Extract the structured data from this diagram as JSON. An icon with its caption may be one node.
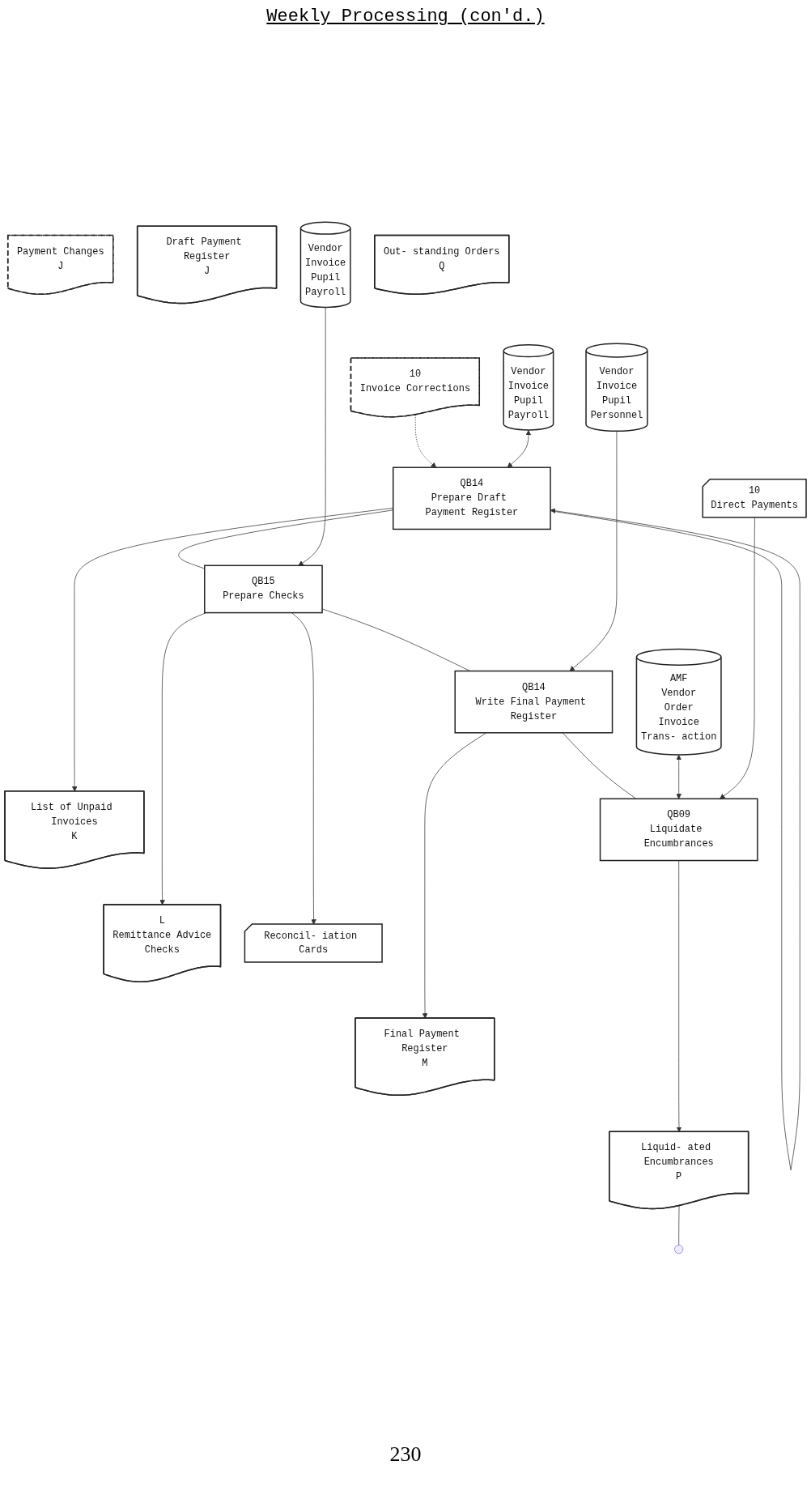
{
  "diagram": {
    "title": "Weekly Processing (con'd.)",
    "nodes": [
      {
        "text": [
          "10",
          "Invoice Corrections"
        ]
      },
      {
        "text": [
          "QB14",
          "Prepare Draft Payment Register"
        ]
      },
      {
        "text": [
          "Payment Changes",
          "J"
        ]
      },
      {
        "text": [
          "List of Unpaid Invoices",
          "K"
        ]
      },
      {
        "text": [
          "Draft Payment Register",
          "J"
        ]
      },
      {
        "text": [
          "Vendor",
          "Invoice",
          "Pupil",
          "Payroll"
        ]
      },
      {
        "text": [
          "QB15",
          "Prepare Checks"
        ]
      },
      {
        "text": [
          "Vendor",
          "Invoice",
          "Pupil",
          "Payroll"
        ]
      },
      {
        "text": [
          "L",
          "Remittance Advice",
          "Checks"
        ]
      },
      {
        "text": [
          "Reconcil- iation Cards"
        ]
      },
      {
        "text": [
          "QB14",
          "Write Final Payment Register"
        ]
      },
      {
        "text": [
          "Vendor",
          "Invoice",
          "Pupil",
          "Personnel"
        ]
      },
      {
        "text": [
          "Final Payment Register",
          "M"
        ]
      },
      {
        "text": [
          "QB09",
          "Liquidate Encumbrances"
        ]
      },
      {
        "text": [
          "AMF",
          "Vendor",
          "Order",
          "Invoice",
          "Trans- action"
        ]
      },
      {
        "text": [
          "10",
          "Direct Payments"
        ]
      },
      {
        "text": [
          "Out- standing Orders",
          "Q"
        ]
      },
      {
        "text": [
          "Liquid- ated Encumbrances",
          "P"
        ]
      }
    ],
    "edges": [
      {
        "from": 0,
        "to": 1,
        "arrow": "to",
        "style": "dashed"
      },
      {
        "from": 5,
        "to": 1,
        "arrow": "both"
      },
      {
        "from": 1,
        "to": 3,
        "arrow": "to"
      },
      {
        "from": 1,
        "to": 1,
        "arrow": "to"
      },
      {
        "from": 1,
        "to": 6,
        "arrow": "none"
      },
      {
        "from": 7,
        "to": 6,
        "arrow": "to"
      },
      {
        "from": 6,
        "to": 8,
        "arrow": "to"
      },
      {
        "from": 6,
        "to": 9,
        "arrow": "to"
      },
      {
        "from": 6,
        "to": 10,
        "arrow": "none"
      },
      {
        "from": 11,
        "to": 10,
        "arrow": "to"
      },
      {
        "from": 10,
        "to": 12,
        "arrow": "to"
      },
      {
        "from": 10,
        "to": 13,
        "arrow": "none"
      },
      {
        "from": 14,
        "to": 13,
        "arrow": "both"
      },
      {
        "from": 15,
        "to": 13,
        "arrow": "to"
      },
      {
        "from": 13,
        "to": 17,
        "arrow": "to"
      },
      {
        "from": 17,
        "to": null,
        "arrow": "none"
      }
    ],
    "labels": [
      "230"
    ]
  }
}
